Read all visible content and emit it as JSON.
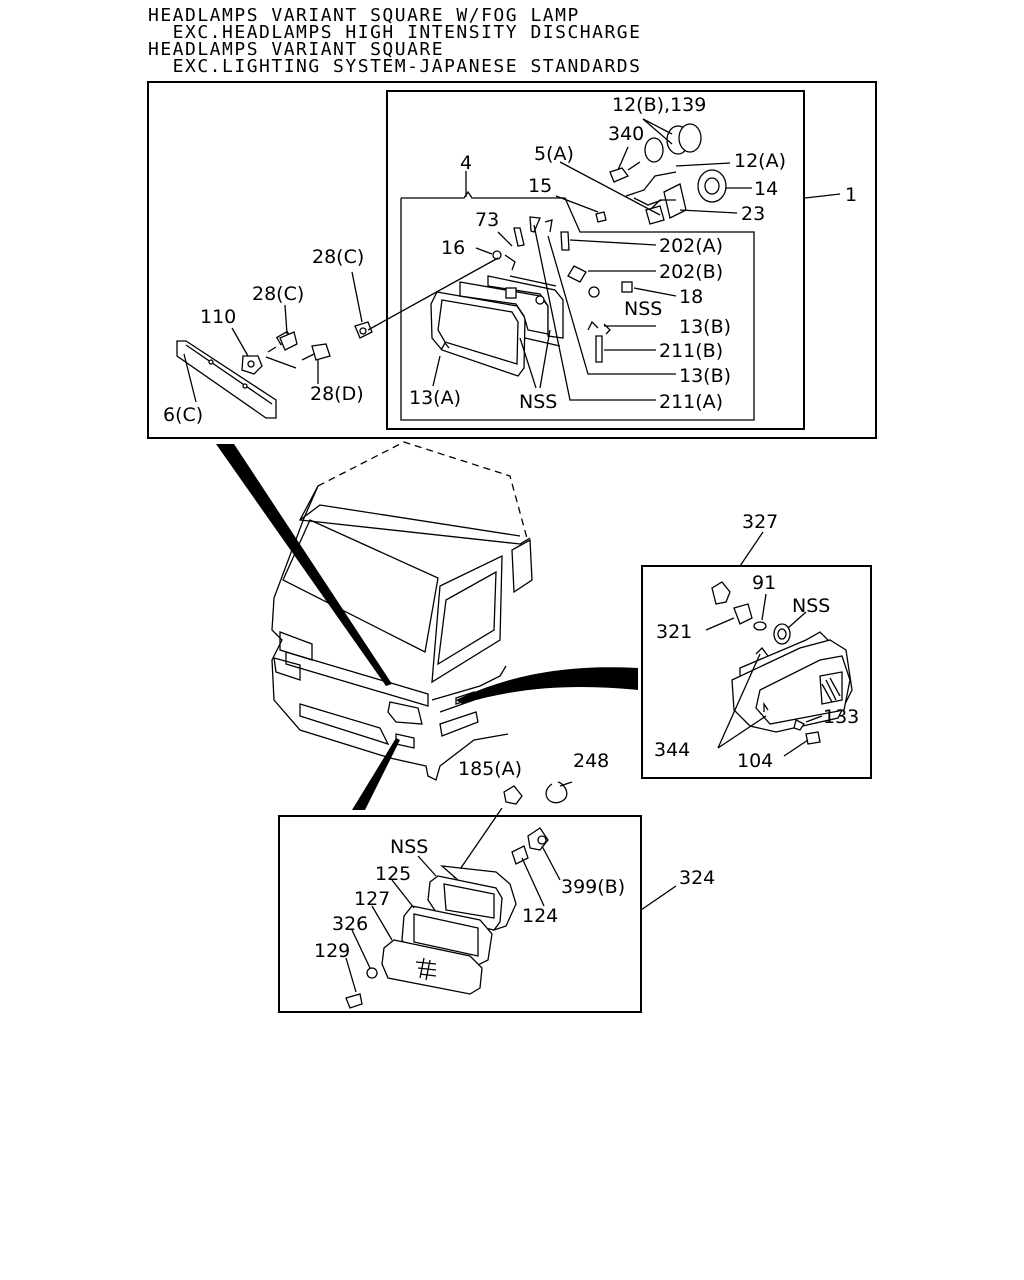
{
  "header": {
    "line1": "HEADLAMPS VARIANT SQUARE W/FOG LAMP",
    "line2": "  EXC.HEADLAMPS HIGH INTENSITY DISCHARGE",
    "line3": "HEADLAMPS VARIANT SQUARE",
    "line4": "  EXC.LIGHTING SYSTEM-JAPANESE STANDARDS"
  },
  "headlamp_group": {
    "callouts": {
      "p1": "1",
      "p4": "4",
      "p5a": "5(A)",
      "p6c": "6(C)",
      "p12a": "12(A)",
      "p12b139": "12(B),139",
      "p13a": "13(A)",
      "p13b_1": "13(B)",
      "p13b_2": "13(B)",
      "p14": "14",
      "p15": "15",
      "p16": "16",
      "p18": "18",
      "p23": "23",
      "p28c_1": "28(C)",
      "p28c_2": "28(C)",
      "p28d": "28(D)",
      "p73": "73",
      "p110": "110",
      "p202a": "202(A)",
      "p202b": "202(B)",
      "p211a": "211(A)",
      "p211b": "211(B)",
      "p340": "340",
      "nss_1": "NSS",
      "nss_2": "NSS"
    }
  },
  "side_lamp_group": {
    "callouts": {
      "p327": "327",
      "p91": "91",
      "nss": "NSS",
      "p321": "321",
      "p133": "133",
      "p344": "344",
      "p104": "104"
    }
  },
  "fog_lamp_group": {
    "callouts": {
      "p185a": "185(A)",
      "p248": "248",
      "nss": "NSS",
      "p125": "125",
      "p127": "127",
      "p326": "326",
      "p129": "129",
      "p399b": "399(B)",
      "p124": "124",
      "p324": "324"
    }
  }
}
